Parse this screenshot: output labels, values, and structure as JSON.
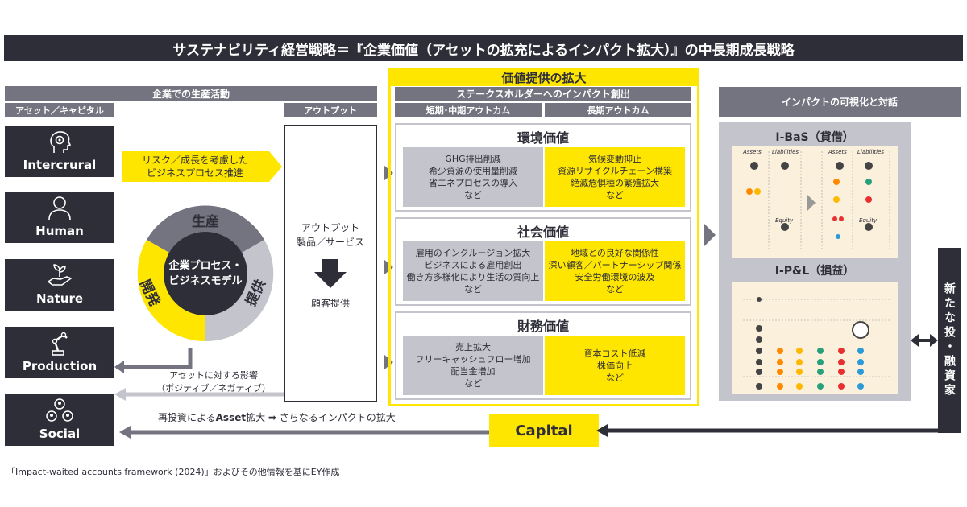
{
  "title": "サステナビリティ経営戦略＝『企業価値（アセットの拡充によるインパクト拡大）』の中長期成長戦略",
  "left_header": "企業での生産活動",
  "col_assets": "アセット／キャピタル",
  "col_output": "アウトプット",
  "assets": [
    "Intercrural",
    "Human",
    "Nature",
    "Production",
    "Social"
  ],
  "risk_arrow": "リスク／成長を考慮した\nビジネスプロセス推進",
  "donut": {
    "center": "企業プロセス・\nビジネスモデル",
    "top": "生産",
    "left": "開発",
    "right": "提供"
  },
  "output_box": {
    "line1": "アウトプット\n製品／サービス",
    "line2": "顧客提供"
  },
  "impact_on_assets": "アセットに対する影響\n（ポジティブ／ネガティブ）",
  "reinvest": "再投資による",
  "reinvest_bold": "Asset",
  "reinvest_rest": "拡大 ➡ さらなるインパクトの拡大",
  "value_header": "価値提供の拡大",
  "stakeholder_header": "ステークスホルダーへのインパクト創出",
  "short_mid": "短期･中期アウトカム",
  "long_term": "長期アウトカム",
  "values": [
    {
      "title": "環境価値",
      "short": "GHG排出削減\n希少資源の使用量削減\n省エネプロセスの導入\nなど",
      "long": "気候変動抑止\n資源リサイクルチェーン構築\n絶滅危惧種の繁殖拡大\nなど"
    },
    {
      "title": "社会価値",
      "short": "雇用のインクルージョン拡大\nビジネスによる雇用創出\n働き方多様化により生活の質向上\nなど",
      "long": "地域との良好な関係性\n深い顧客／パートナーシップ関係\n安全労働環境の波及\nなど"
    },
    {
      "title": "財務価値",
      "short": "売上拡大\nフリーキャッシュフロー増加\n配当金増加\nなど",
      "long": "資本コスト低減\n株価向上\nなど"
    }
  ],
  "capital": "Capital",
  "right_header": "インパクトの可視化と対話",
  "ibas": "I-BaS（貸借）",
  "ipl": "I-P&L（損益）",
  "bs_labels": {
    "assets": "Assets",
    "liabilities": "Liabilities",
    "equity": "Equity"
  },
  "new_invest": "新たな投・融資家",
  "footnote": "「Impact-waited accounts framework (2024)」およびその他情報を基にEY作成",
  "colors": {
    "yellow": "#ffe600",
    "dark": "#2e2e38",
    "gray": "#747480",
    "lightgray": "#c4c4cd"
  }
}
